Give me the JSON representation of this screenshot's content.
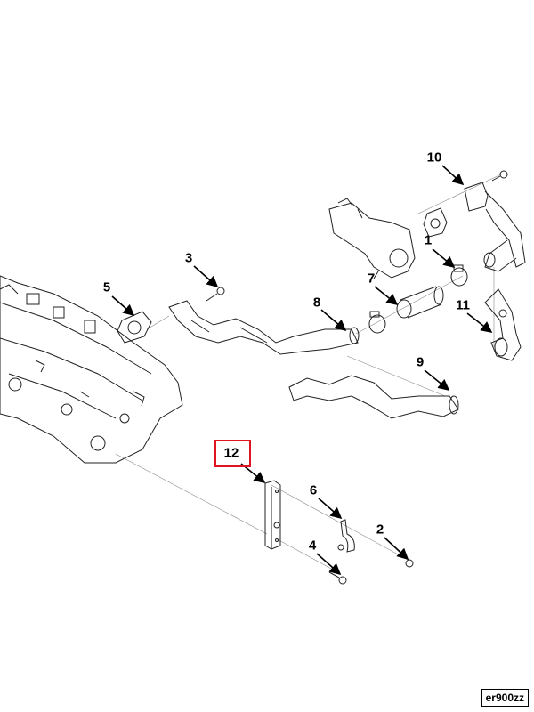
{
  "diagram": {
    "reference_code": "er900zz",
    "highlight_color": "#e0141e",
    "highlighted_callout": "12",
    "callouts": [
      "1",
      "2",
      "3",
      "4",
      "5",
      "6",
      "7",
      "8",
      "9",
      "10",
      "11",
      "12"
    ]
  }
}
